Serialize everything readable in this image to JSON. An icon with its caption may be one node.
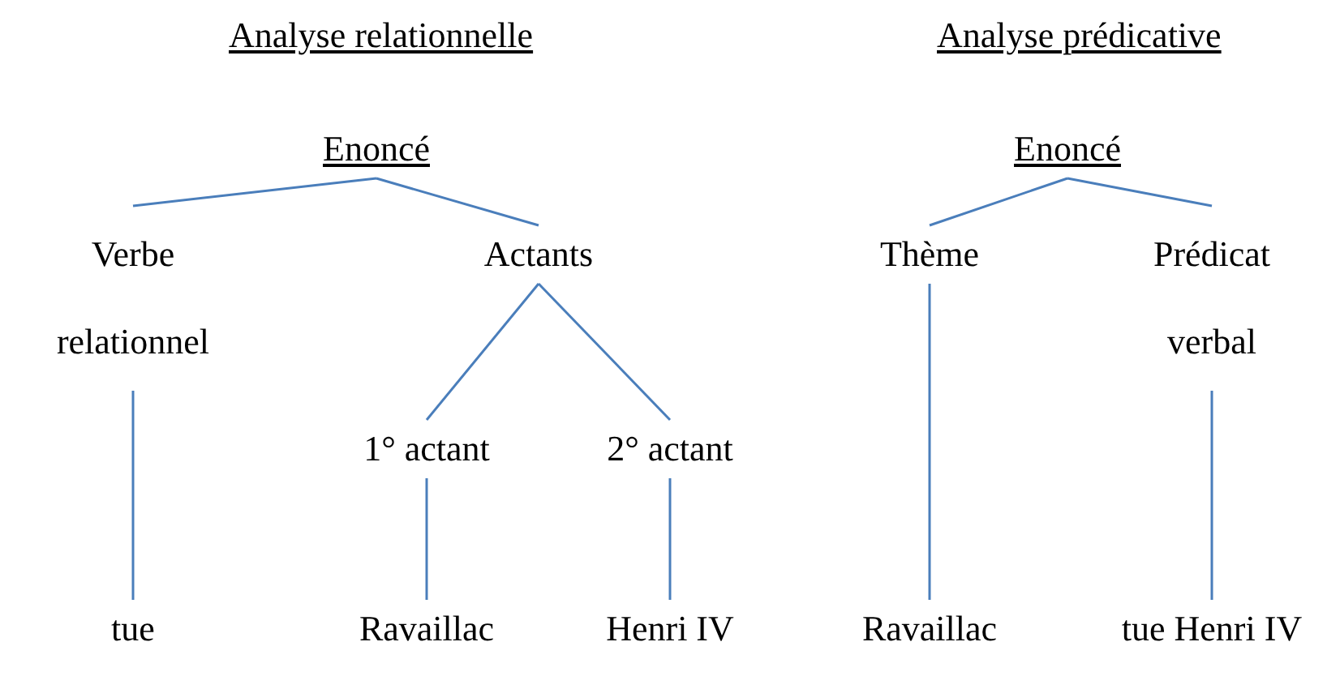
{
  "diagram": {
    "nodes": [
      {
        "text": [
          "Enoncé"
        ]
      },
      {
        "text": [
          "Verbe relationnel"
        ]
      },
      {
        "text": [
          "Actants"
        ]
      },
      {
        "text": [
          "1° actant"
        ]
      },
      {
        "text": [
          "2° actant"
        ]
      },
      {
        "text": [
          "tue"
        ]
      },
      {
        "text": [
          "Ravaillac"
        ]
      },
      {
        "text": [
          "Henri IV"
        ]
      },
      {
        "text": [
          "Enoncé"
        ]
      },
      {
        "text": [
          "Thème"
        ]
      },
      {
        "text": [
          "Prédicat verbal"
        ]
      },
      {
        "text": [
          "Ravaillac"
        ]
      },
      {
        "text": [
          "tue Henri IV"
        ]
      }
    ],
    "edges": [
      {
        "from": 0,
        "to": 1,
        "arrow": "none"
      },
      {
        "from": 0,
        "to": 2,
        "arrow": "none"
      },
      {
        "from": 2,
        "to": 3,
        "arrow": "none"
      },
      {
        "from": 2,
        "to": 4,
        "arrow": "none"
      },
      {
        "from": 1,
        "to": 5,
        "arrow": "none"
      },
      {
        "from": 3,
        "to": 6,
        "arrow": "none"
      },
      {
        "from": 4,
        "to": 7,
        "arrow": "none"
      },
      {
        "from": 8,
        "to": 9,
        "arrow": "none"
      },
      {
        "from": 8,
        "to": 10,
        "arrow": "none"
      },
      {
        "from": 9,
        "to": 11,
        "arrow": "none"
      },
      {
        "from": 10,
        "to": 12,
        "arrow": "none"
      }
    ],
    "labels": [
      "Analyse relationnelle",
      "Analyse prédicative"
    ]
  }
}
